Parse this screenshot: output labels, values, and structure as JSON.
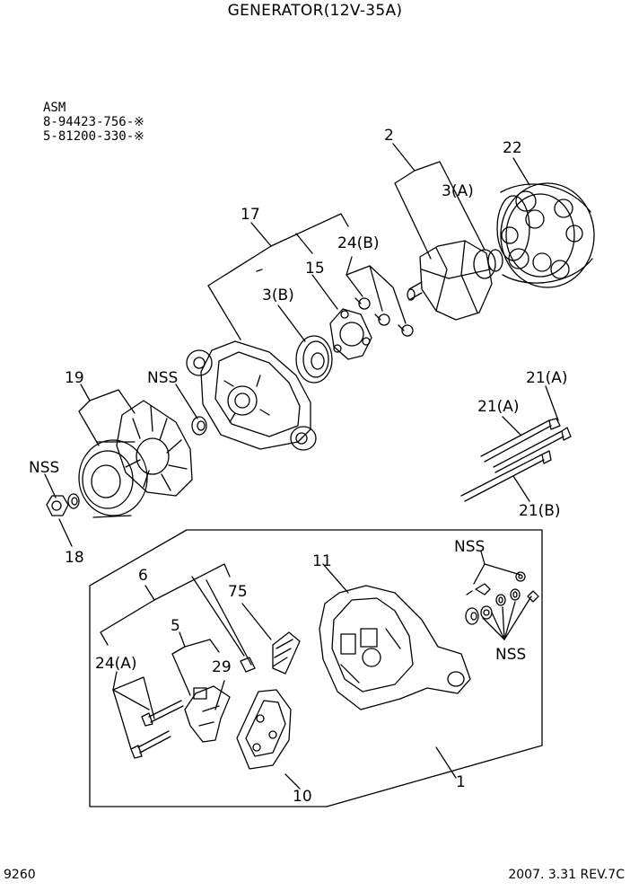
{
  "title": "GENERATOR(12V-35A)",
  "asm": {
    "heading": "ASM",
    "numbers": [
      "8-94423-756-※",
      "5-81200-330-※"
    ]
  },
  "labels": {
    "p2": "2",
    "p3a": "3(A)",
    "p22": "22",
    "p17": "17",
    "p24b": "24(B)",
    "p15": "15",
    "p3b": "3(B)",
    "p19": "19",
    "nss_upper": "NSS",
    "p21a_1": "21(A)",
    "p21a_2": "21(A)",
    "p21b": "21(B)",
    "nss_left": "NSS",
    "p18": "18",
    "p6": "6",
    "p11": "11",
    "nss_right_top": "NSS",
    "p75": "75",
    "p5": "5",
    "nss_right_bottom": "NSS",
    "p24a": "24(A)",
    "p29": "29",
    "p10": "10",
    "p1": "1"
  },
  "footer": {
    "page_number": "9260",
    "revision": "2007. 3.31 REV.7C"
  }
}
